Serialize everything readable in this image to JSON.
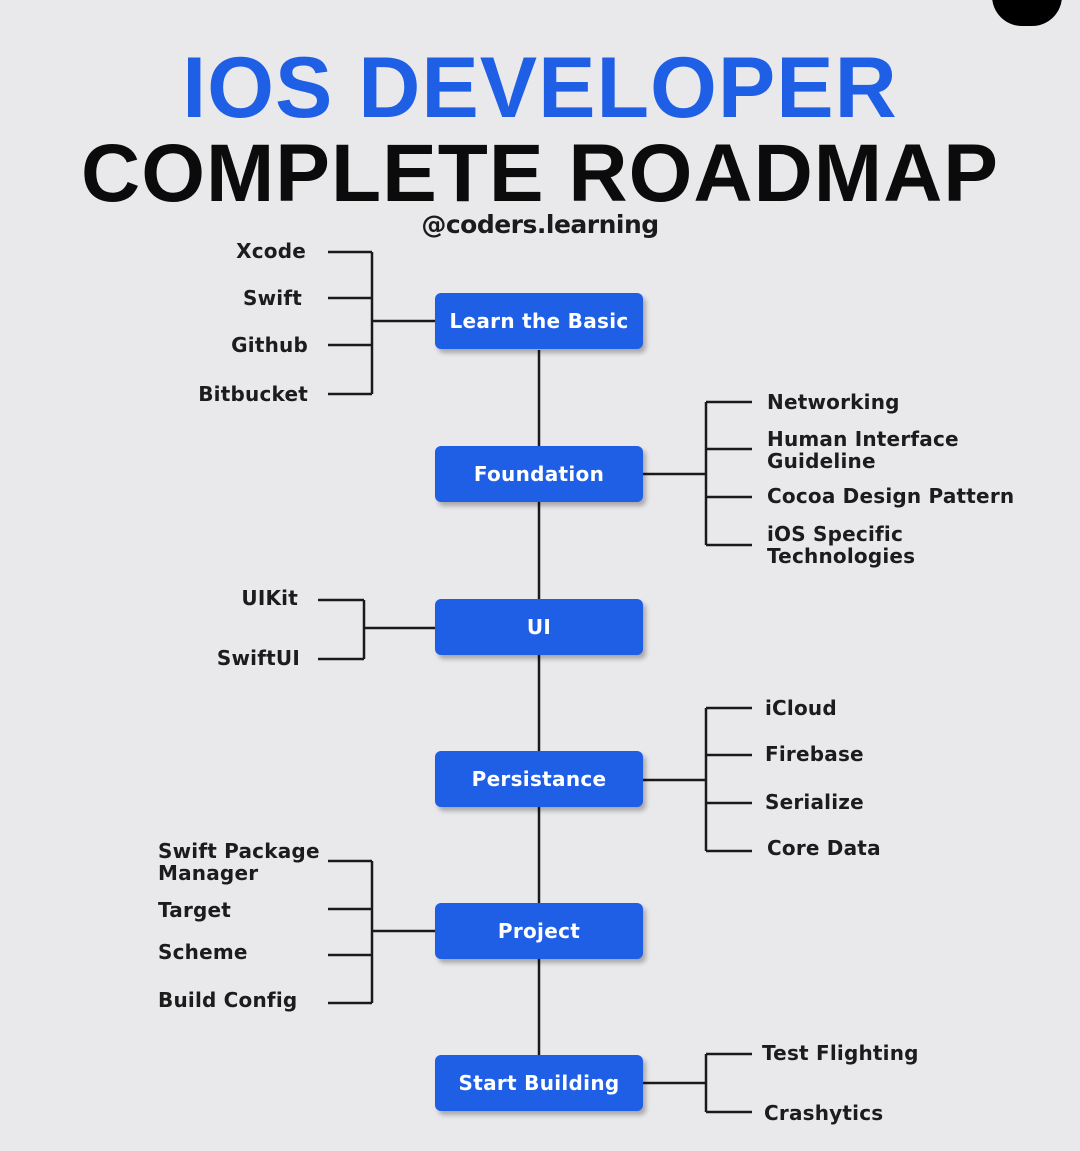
{
  "colors": {
    "accent": "#1f5fe6",
    "line": "#1a1a1a",
    "background": "#e9e9ec"
  },
  "title": {
    "line1": "IOS DEVELOPER",
    "line2": "COMPLETE ROADMAP"
  },
  "handle": "@coders.learning",
  "steps": [
    {
      "label": "Learn the Basic",
      "items": [
        "Xcode",
        "Swift",
        "Github",
        "Bitbucket"
      ]
    },
    {
      "label": "Foundation",
      "items": [
        "Networking",
        "Human Interface Guideline",
        "Cocoa Design Pattern",
        "iOS Specific Technologies"
      ]
    },
    {
      "label": "UI",
      "items": [
        "UIKit",
        "SwiftUI"
      ]
    },
    {
      "label": "Persistance",
      "items": [
        "iCloud",
        "Firebase",
        "Serialize",
        "Core Data"
      ]
    },
    {
      "label": "Project",
      "items": [
        "Swift Package Manager",
        "Target",
        "Scheme",
        "Build Config"
      ]
    },
    {
      "label": "Start Building",
      "items": [
        "Test Flighting",
        "Crashytics"
      ]
    }
  ]
}
